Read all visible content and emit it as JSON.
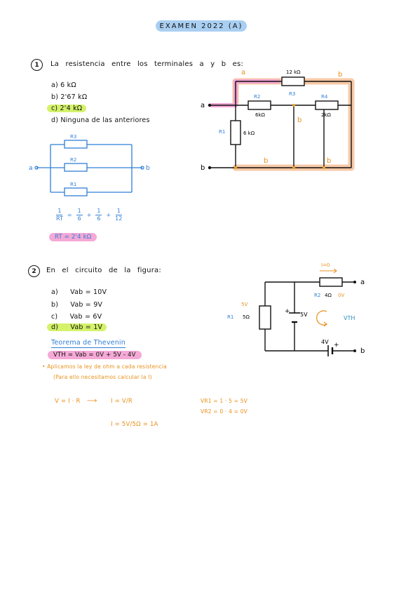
{
  "title": "EXAMEN 2022 (A)",
  "q1": {
    "number": "1",
    "question": "La resistencia entre los terminales a y b es:",
    "options": [
      "a) 6 kΩ",
      "b) 2'67 kΩ",
      "c) 2'4 kΩ",
      "d) Ninguna de las anteriores"
    ],
    "formula": {
      "lhs_num": "1",
      "lhs_den": "RT",
      "t1_num": "1",
      "t1_den": "6",
      "t2_num": "1",
      "t2_den": "6",
      "t3_num": "1",
      "t3_den": "12"
    },
    "result": "RT = 2'4 kΩ",
    "circuit": {
      "r12": "12 kΩ",
      "r2": "R2",
      "r2_val": "6kΩ",
      "r3": "R3",
      "r4": "R4",
      "r4_val": "2kΩ",
      "r1": "R1",
      "r1_val": "6 kΩ",
      "term_a": "a",
      "term_b": "b",
      "node_a": "a",
      "node_b1": "b",
      "node_b2": "b",
      "node_b3": "b",
      "node_b4": "b"
    },
    "equiv": {
      "r3": "R3",
      "r2": "R2",
      "r1": "R1",
      "term_a": "a",
      "term_b": "b"
    }
  },
  "q2": {
    "number": "2",
    "question": "En el circuito de la figura:",
    "options": [
      {
        "letter": "a)",
        "text": "Vab = 10V"
      },
      {
        "letter": "b)",
        "text": "Vab = 9V"
      },
      {
        "letter": "c)",
        "text": "Vab = 6V"
      },
      {
        "letter": "d)",
        "text": "Vab = 1V"
      }
    ],
    "thevenin_title": "Teorema de Thevenin",
    "thevenin_eq": "VTH = Vab = 0V + 5V - 4V",
    "step1": "Aplicamos la ley de ohm a cada resistencia",
    "step2": "(Para ello necesitamos calcular la I)",
    "ohm": "V = I · R",
    "arrow_i": "I = V/R",
    "i_calc": "I = 5V/5Ω = 1A",
    "vr1": "VR1 = 1 · 5 = 5V",
    "vr2": "VR2 = 0 · 4 = 0V",
    "circuit": {
      "i_label": "I=0",
      "r2": "R2",
      "r2_val": "4Ω",
      "r2_v": "0V",
      "r1": "R1",
      "r1_val": "5Ω",
      "r1_v": "5V",
      "src1": "5V",
      "src2": "4V",
      "vth": "VTH",
      "term_a": "a",
      "term_b": "b",
      "plus": "+",
      "plus2": "+"
    }
  }
}
